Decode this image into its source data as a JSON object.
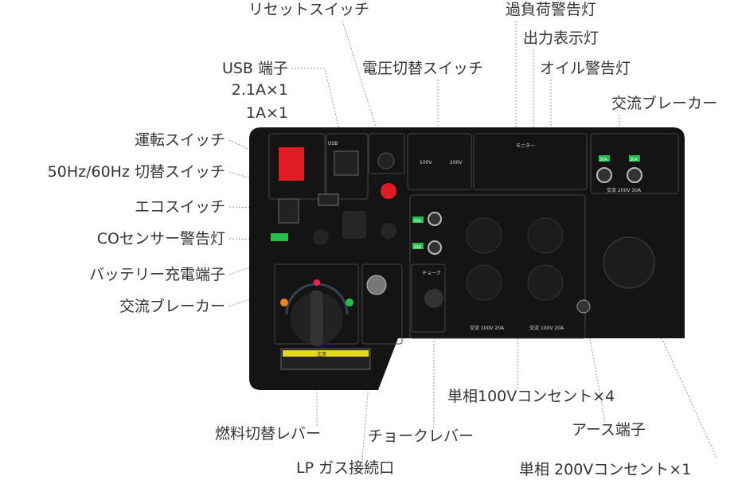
{
  "labels": {
    "reset_switch": "リセットスイッチ",
    "overload_lamp": "過負荷警告灯",
    "output_lamp": "出力表示灯",
    "oil_lamp": "オイル警告灯",
    "voltage_switch": "電圧切替スイッチ",
    "ac_breaker_top": "交流ブレーカー",
    "usb_line1": "USB 端子",
    "usb_line2": "2.1A×1",
    "usb_line3": "1A×1",
    "run_switch": "運転スイッチ",
    "freq_switch": "50Hz/60Hz 切替スイッチ",
    "eco_switch": "エコスイッチ",
    "co_lamp": "COセンサー警告灯",
    "battery_terminal": "バッテリー充電端子",
    "ac_breaker_left": "交流ブレーカー",
    "fuel_lever": "燃料切替レバー",
    "lp_gas": "LP ガス接続口",
    "choke_lever": "チョークレバー",
    "outlet_100v": "単相100Vコンセント×4",
    "earth_terminal": "アース端子",
    "outlet_200v": "単相 200Vコンセント×1"
  },
  "panel": {
    "usb": "USB",
    "v100": "100V",
    "v200": "200V",
    "breaker_20a_1": "20A",
    "breaker_20a_2": "20A",
    "breaker_30a_1": "30A",
    "breaker_30a_2": "30A",
    "ac200": "交流 200V 30A",
    "ac100a": "交流 100V 20A",
    "ac100b": "交流 100V 20A",
    "choke": "チョーク",
    "caution": "注意",
    "monitor": "モニター"
  },
  "colors": {
    "panel": "#141414",
    "breaker_green": "#22c04a",
    "run_red": "#e01b24",
    "caution_yellow": "#e6d81a"
  }
}
